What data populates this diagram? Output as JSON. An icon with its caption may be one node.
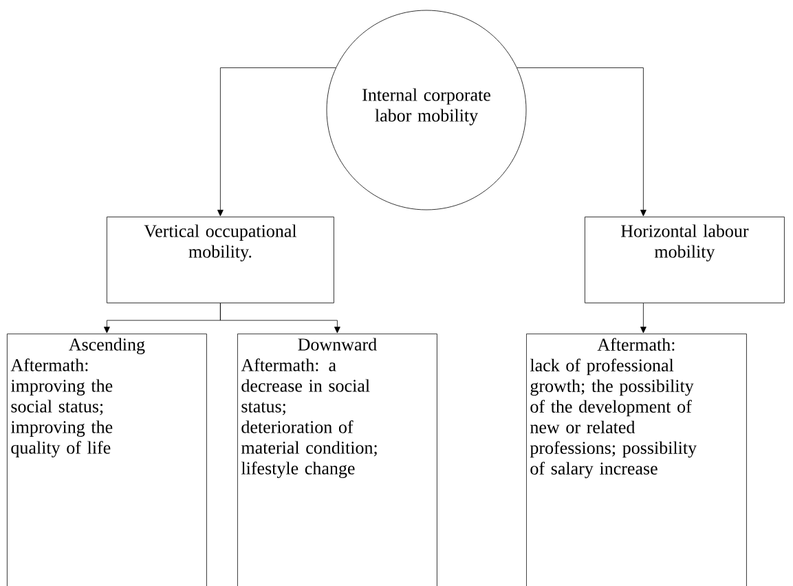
{
  "diagram": {
    "nodes": [
      {
        "text": [
          "Internal corporate labor mobility"
        ]
      },
      {
        "text": [
          "Vertical occupational mobility."
        ]
      },
      {
        "text": [
          "Horizontal labour mobility"
        ]
      },
      {
        "text": [
          "Ascending",
          "Aftermath: improving the social status; improving the quality of life"
        ]
      },
      {
        "text": [
          "Downward",
          "Aftermath: a decrease in social status; deterioration of material condition; lifestyle change"
        ]
      },
      {
        "text": [
          "Aftermath:",
          "lack of professional growth; the possibility of the development of new or related professions; possibility of salary increase"
        ]
      }
    ],
    "edges": [
      {
        "from": 0,
        "to": 1,
        "arrow": "to"
      },
      {
        "from": 0,
        "to": 2,
        "arrow": "to"
      },
      {
        "from": 1,
        "to": 3,
        "arrow": "to"
      },
      {
        "from": 1,
        "to": 4,
        "arrow": "to"
      },
      {
        "from": 2,
        "to": 5,
        "arrow": "to"
      }
    ]
  }
}
